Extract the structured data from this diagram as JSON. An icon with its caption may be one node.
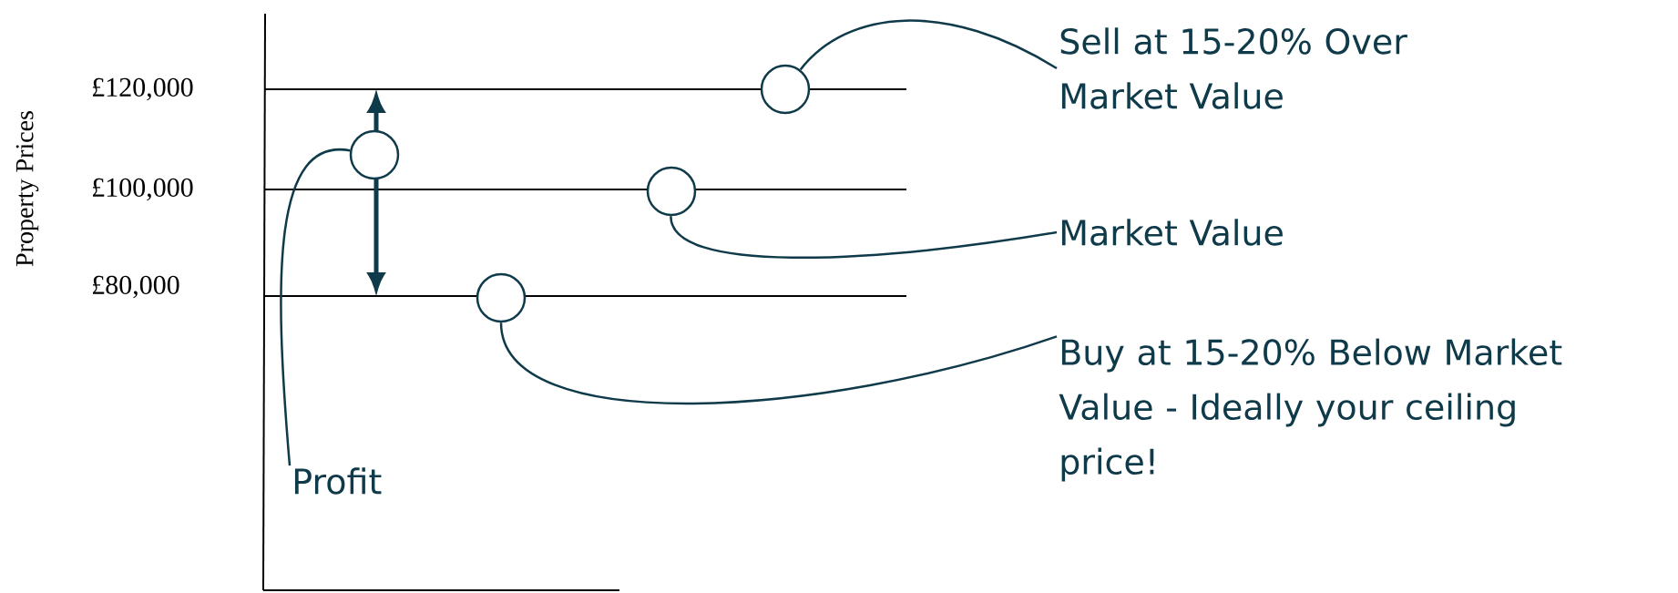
{
  "diagram": {
    "nodes": [
      {
        "text": [
          "Sell at 15-20% Over Market Value"
        ]
      },
      {
        "text": [],
        "shape": "circle"
      },
      {
        "text": [],
        "shape": "circle"
      },
      {
        "text": [],
        "shape": "circle"
      },
      {
        "text": [
          "Market Value"
        ]
      },
      {
        "text": [],
        "shape": "circle"
      },
      {
        "text": [
          "Buy at 15-20% Below Market Value - Ideally your ceiling price!"
        ]
      },
      {
        "text": [
          "Profit"
        ]
      }
    ],
    "edges": [
      {
        "from": 0,
        "to": 1,
        "arrow": "none"
      },
      {
        "from": 4,
        "to": 3,
        "arrow": "none"
      },
      {
        "from": 6,
        "to": 5,
        "arrow": "none"
      },
      {
        "from": 7,
        "to": 2,
        "arrow": "none"
      }
    ],
    "labels": [
      "£120,000",
      "£100,000",
      "£80,000",
      "Property Prices"
    ]
  }
}
